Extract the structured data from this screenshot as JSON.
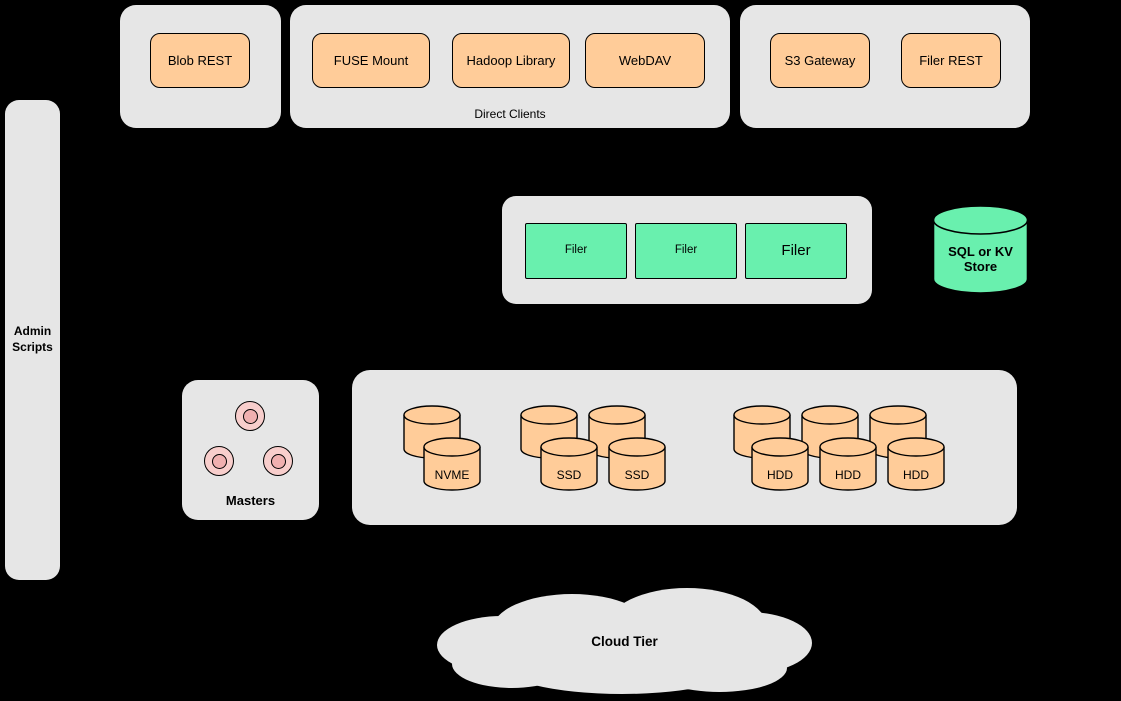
{
  "colors": {
    "background": "#000000",
    "panel_gray": "#e6e6e6",
    "node_orange": "#ffcc99",
    "node_green": "#69f0ae",
    "master_pink_outer": "#f8cecc",
    "master_pink_inner": "#f0b0b0",
    "outline": "#000000"
  },
  "admin_panel": {
    "label": "Admin Scripts"
  },
  "client_groups": {
    "blob": {
      "items": [
        {
          "label": "Blob REST"
        }
      ]
    },
    "direct": {
      "caption": "Direct Clients",
      "items": [
        {
          "label": "FUSE Mount"
        },
        {
          "label": "Hadoop Library"
        },
        {
          "label": "WebDAV"
        }
      ]
    },
    "gateway": {
      "items": [
        {
          "label": "S3 Gateway"
        },
        {
          "label": "Filer REST"
        }
      ]
    }
  },
  "filer_cluster": {
    "items": [
      {
        "label": "Filer"
      },
      {
        "label": "Filer"
      },
      {
        "label": "Filer"
      }
    ]
  },
  "metadata_store": {
    "label": "SQL or KV Store"
  },
  "masters_panel": {
    "label": "Masters",
    "node_count": 3
  },
  "volume_panel": {
    "nvme": {
      "label": "NVME"
    },
    "ssd": {
      "labels": [
        "SSD",
        "SSD"
      ]
    },
    "hdd": {
      "labels": [
        "HDD",
        "HDD",
        "HDD"
      ]
    }
  },
  "cloud_tier": {
    "label": "Cloud Tier"
  }
}
